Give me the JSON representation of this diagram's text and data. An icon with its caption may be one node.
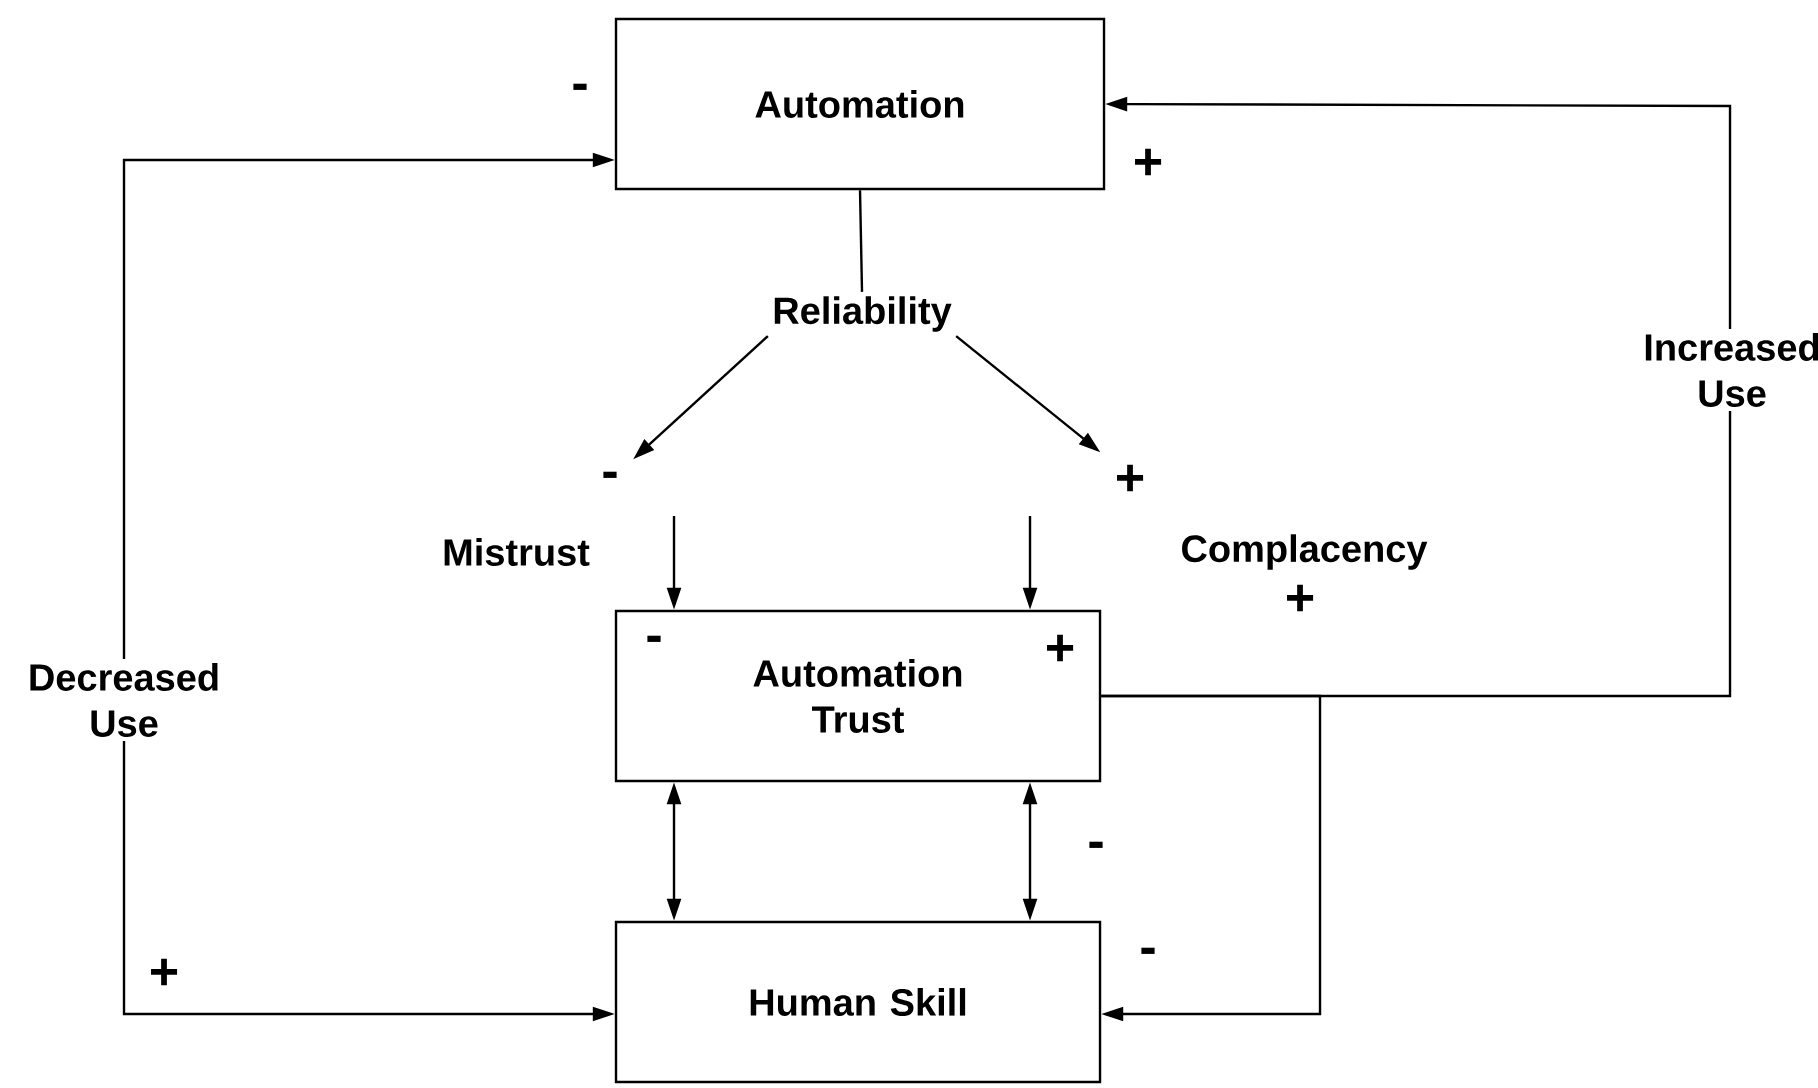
{
  "diagram": {
    "nodes": [
      {
        "text": [
          "Automation"
        ]
      },
      {
        "text": [
          "Reliability"
        ]
      },
      {
        "text": [
          "Mistrust"
        ],
        "beside": [
          "-"
        ]
      },
      {
        "text": [
          "Complacency"
        ],
        "beside": [
          "+",
          "+"
        ]
      },
      {
        "text": [
          "Automation Trust"
        ]
      },
      {
        "text": [
          "Human Skill"
        ]
      }
    ],
    "edges": [
      {
        "from": 0,
        "to": 1,
        "arrow": "none"
      },
      {
        "from": 1,
        "to": 2,
        "arrow": "to"
      },
      {
        "from": 1,
        "to": 3,
        "arrow": "to"
      },
      {
        "from": null,
        "to": 4,
        "arrow": "to"
      },
      {
        "from": null,
        "to": 4,
        "arrow": "to"
      },
      {
        "from": 4,
        "to": 5,
        "arrow": "both"
      },
      {
        "from": 4,
        "to": 5,
        "arrow": "both"
      },
      {
        "from": 4,
        "to": 0,
        "arrow": "to",
        "label": "Increased Use"
      },
      {
        "from": 4,
        "to": 5,
        "arrow": "to"
      },
      {
        "from": 0,
        "to": 5,
        "arrow": "both",
        "label": "Decreased Use"
      }
    ],
    "labels": [
      "-",
      "+",
      "-",
      "+",
      "-",
      "+",
      "-"
    ]
  }
}
